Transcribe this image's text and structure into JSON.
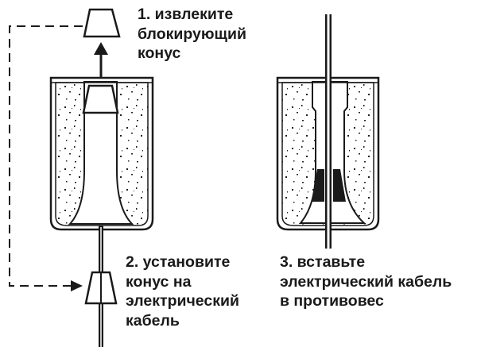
{
  "steps": [
    {
      "lines": [
        "1. извлеките",
        "блокирующий",
        "конус"
      ]
    },
    {
      "lines": [
        "2. установите",
        "конус на",
        "электрический",
        "кабель"
      ]
    },
    {
      "lines": [
        "3. вставьте",
        "электрический кабель",
        "в противовес"
      ]
    }
  ],
  "colors": {
    "line": "#1a1a1a",
    "fill": "#ffffff",
    "grain": "#222222"
  }
}
